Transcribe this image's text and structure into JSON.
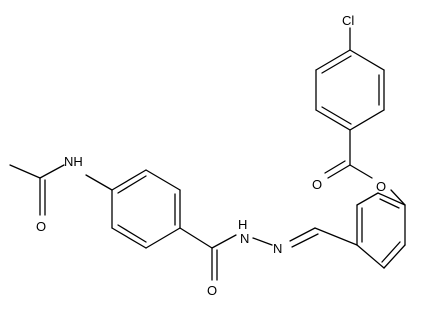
{
  "molecule": {
    "atom_labels": {
      "cl": "Cl",
      "ester_o": "O",
      "ester_carbonyl_o": "O",
      "acetamide_nh": "NH",
      "acetamide_o": "O",
      "hydrazide_nh": "N",
      "hydrazide_h": "H",
      "hydrazone_n": "N",
      "hydrazide_carbonyl_o": "O"
    }
  }
}
